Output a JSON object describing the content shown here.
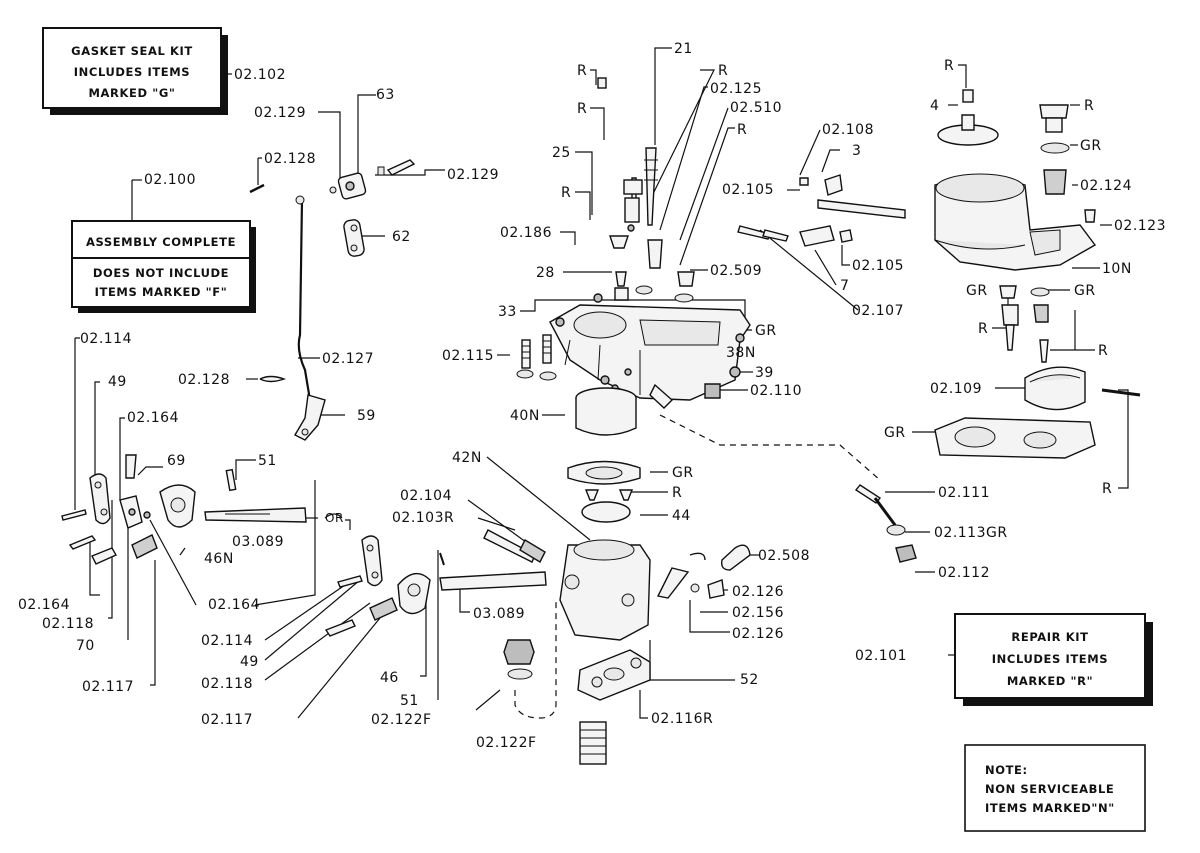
{
  "boxes": {
    "gasket_kit": [
      "GASKET SEAL KIT",
      "INCLUDES ITEMS",
      "MARKED \"G\""
    ],
    "assembly": [
      "ASSEMBLY COMPLETE",
      "DOES NOT INCLUDE",
      "ITEMS MARKED \"F\""
    ],
    "repair_kit": [
      "REPAIR KIT",
      "INCLUDES ITEMS",
      "MARKED \"R\""
    ],
    "note": [
      "NOTE:",
      "NON SERVICEABLE",
      "ITEMS MARKED\"N\""
    ]
  },
  "labels": {
    "l_02_102": "02.102",
    "l_02_129a": "02.129",
    "l_63": "63",
    "l_02_128a": "02.128",
    "l_02_129b": "02.129",
    "l_02_100": "02.100",
    "l_62": "62",
    "l_02_114a": "02.114",
    "l_49a": "49",
    "l_02_127": "02.127",
    "l_02_128b": "02.128",
    "l_59": "59",
    "l_02_164a": "02.164",
    "l_69": "69",
    "l_51a": "51",
    "l_03_089a": "03.089",
    "l_or": "OR",
    "l_46n": "46N",
    "l_02_164b": "02.164",
    "l_02_164c": "02.164",
    "l_02_118a": "02.118",
    "l_70": "70",
    "l_02_117a": "02.117",
    "l_02_114b": "02.114",
    "l_49b": "49",
    "l_02_118b": "02.118",
    "l_46": "46",
    "l_02_117b": "02.117",
    "l_51b": "51",
    "l_02_122f_a": "02.122F",
    "l_02_122f_b": "02.122F",
    "l_r1": "R",
    "l_21": "21",
    "l_r2": "R",
    "l_02_125": "02.125",
    "l_r3": "R",
    "l_02_510": "02.510",
    "l_r4": "R",
    "l_25": "25",
    "l_r5": "R",
    "l_02_186": "02.186",
    "l_28": "28",
    "l_02_509": "02.509",
    "l_33": "33",
    "l_gr1": "GR",
    "l_38n": "38N",
    "l_02_115": "02.115",
    "l_39": "39",
    "l_02_110": "02.110",
    "l_40n": "40N",
    "l_42n": "42N",
    "l_gr2": "GR",
    "l_r6": "R",
    "l_44": "44",
    "l_02_104": "02.104",
    "l_02_103r": "02.103R",
    "l_03_089b": "03.089",
    "l_02_508": "02.508",
    "l_02_126a": "02.126",
    "l_02_156": "02.156",
    "l_02_126b": "02.126",
    "l_52": "52",
    "l_02_116r": "02.116R",
    "l_02_108": "02.108",
    "l_3": "3",
    "l_02_105a": "02.105",
    "l_02_105b": "02.105",
    "l_7": "7",
    "l_02_107": "02.107",
    "l_r7": "R",
    "l_4": "4",
    "l_r8": "R",
    "l_gr3": "GR",
    "l_02_124": "02.124",
    "l_02_123": "02.123",
    "l_10n": "10N",
    "l_gr4": "GR",
    "l_gr5": "GR",
    "l_r9": "R",
    "l_r10": "R",
    "l_02_109": "02.109",
    "l_gr6": "GR",
    "l_r11": "R",
    "l_02_111": "02.111",
    "l_02_113gr": "02.113GR",
    "l_02_112": "02.112",
    "l_02_101": "02.101"
  }
}
